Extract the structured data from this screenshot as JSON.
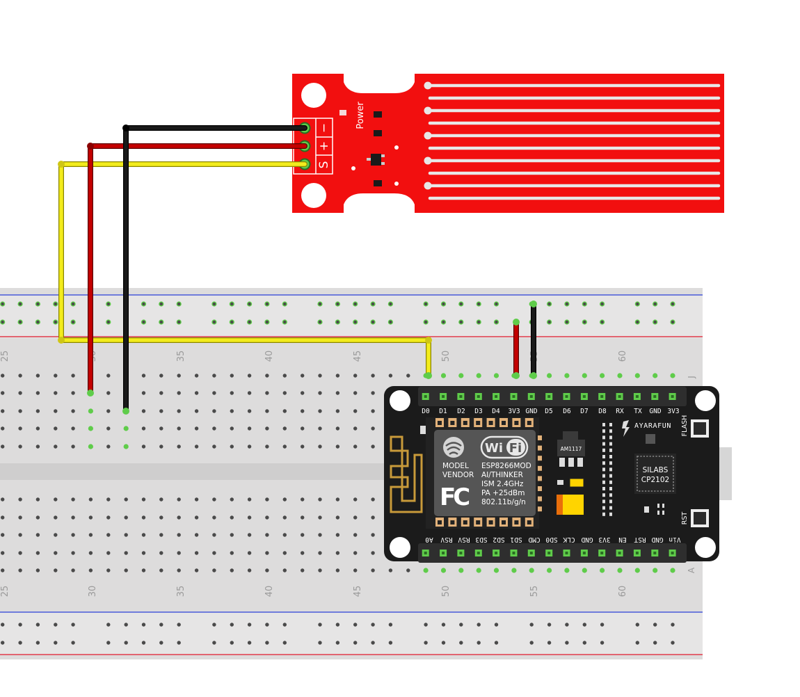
{
  "colors": {
    "breadboard": "#dddcdc",
    "rail_blue": "#2b3fd8",
    "rail_red": "#e0182b",
    "hole": "#4a4a4a",
    "hole_connected": "#5fcc4a",
    "sensor_pcb": "#f20f0f",
    "nodemcu_pcb": "#1b1b1b",
    "header": "#2e2e2e",
    "wire_black": "#1a1a1a",
    "wire_red": "#c40000",
    "wire_yellow": "#f3ec1c"
  },
  "breadboard": {
    "column_numbers": [
      "25",
      "30",
      "35",
      "40",
      "45",
      "50",
      "55",
      "60"
    ],
    "row_letter_top": "J",
    "row_letter_bottom": "A"
  },
  "sensor": {
    "label": "Power",
    "pin_labels": [
      "−",
      "+",
      "S"
    ]
  },
  "nodemcu": {
    "top_pins": [
      "D0",
      "D1",
      "D2",
      "D3",
      "D4",
      "3V3",
      "GND",
      "D5",
      "D6",
      "D7",
      "D8",
      "RX",
      "TX",
      "GND",
      "3V3"
    ],
    "bottom_pins": [
      "A0",
      "RSV",
      "RSV",
      "SD3",
      "SD2",
      "SD1",
      "CMD",
      "SD0",
      "CLK",
      "GND",
      "3V3",
      "EN",
      "RST",
      "GND",
      "Vin"
    ],
    "brand": "AYARAFUN",
    "flash_label": "FLASH",
    "rst_label": "RST",
    "regulator": "AM1117",
    "usb_chip_line1": "SILABS",
    "usb_chip_line2": "CP2102",
    "wifi_text": "Wi",
    "wifi_fi": "Fi",
    "model_line1": "MODEL",
    "model_line2": "VENDOR",
    "esp_specs": [
      "ESP8266MOD",
      "AI/THINKER",
      "ISM 2.4GHz",
      "PA +25dBm",
      "802.11b/g/n"
    ],
    "fc_mark": "FC"
  }
}
